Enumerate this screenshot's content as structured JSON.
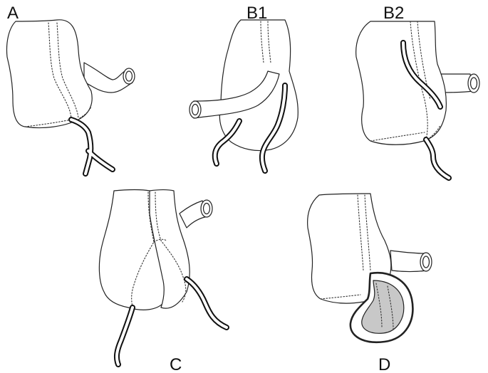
{
  "figure": {
    "panels": [
      {
        "id": "A",
        "label": "A"
      },
      {
        "id": "B1",
        "label": "B1"
      },
      {
        "id": "B2",
        "label": "B2"
      },
      {
        "id": "C",
        "label": "C"
      },
      {
        "id": "D",
        "label": "D"
      }
    ]
  },
  "colors": {
    "outline": "#222222",
    "tube": "#111111",
    "shading": "#c8c8c8",
    "background": "#ffffff"
  }
}
